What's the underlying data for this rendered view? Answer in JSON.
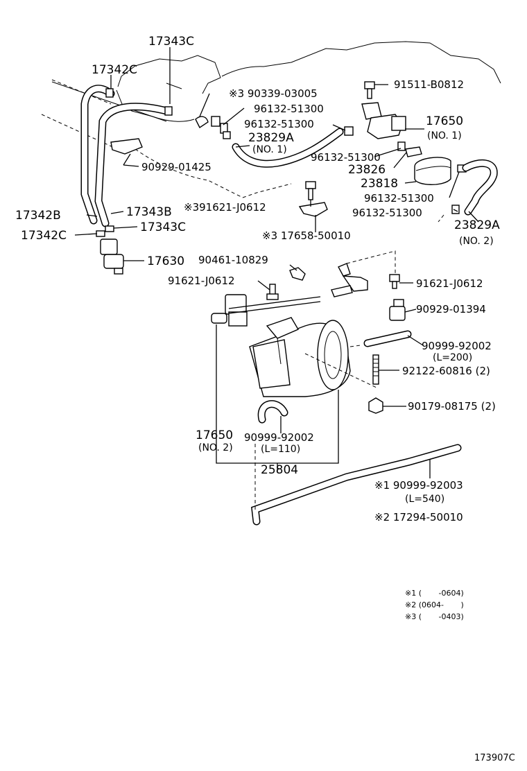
{
  "labels": {
    "p17343C_top": "17343C",
    "p17342C_top": "17342C",
    "p90339": "※3 90339-03005",
    "p96132_a": "96132-51300",
    "p96132_b": "96132-51300",
    "p23829A_1": "23829A",
    "p23829A_1_sub": "(NO. 1)",
    "p90929_01425": "90929-01425",
    "p91511": "91511-B0812",
    "p17650_1": "17650",
    "p17650_1_sub": "(NO. 1)",
    "p96132_c": "96132-51300",
    "p23826": "23826",
    "p23818": "23818",
    "p96132_d": "96132-51300",
    "p96132_e": "96132-51300",
    "p23829A_2": "23829A",
    "p23829A_2_sub": "(NO. 2)",
    "p17342B": "17342B",
    "p17343B": "17343B",
    "p91621_a": "※391621-J0612",
    "p17342C_bot": "17342C",
    "p17343C_bot": "17343C",
    "p17658": "※3 17658-50010",
    "p17630": "17630",
    "p90461": "90461-10829",
    "p91621_b": "91621-J0612",
    "p91621_c": "91621-J0612",
    "p90929_01394": "90929-01394",
    "p90999_92002_a": "90999-92002",
    "p90999_92002_a_sub": "(L=200)",
    "p92122": "92122-60816 (2)",
    "p90179": "90179-08175 (2)",
    "p17650_2": "17650",
    "p17650_2_sub": "(NO. 2)",
    "p90999_92002_b": "90999-92002",
    "p90999_92002_b_sub": "(L=110)",
    "p25804": "25804",
    "p90999_92003": "※1 90999-92003",
    "p90999_92003_sub": "(L=540)",
    "p17294": "※2 17294-50010"
  },
  "notes": {
    "n1": "※1 (       -0604)",
    "n2": "※2 (0604-       )",
    "n3": "※3 (       -0403)"
  },
  "figure_id": "173907C"
}
